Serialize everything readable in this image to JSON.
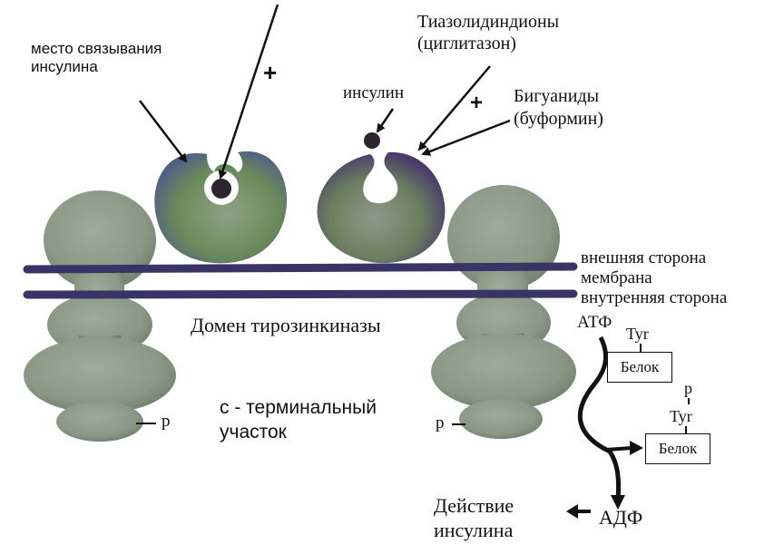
{
  "labels": {
    "binding_site": [
      "место связывания",
      "инсулина"
    ],
    "plus_left": "+",
    "thiazolidinediones": [
      "Тиазолидиндионы",
      "(циглитазон)"
    ],
    "insulin": "инсулин",
    "plus_right": "+",
    "biguanides": [
      "Бигуаниды",
      "(буформин)"
    ],
    "outer_side": "внешняя сторона",
    "membrane": "мембрана",
    "inner_side": "внутренняя сторона",
    "tyrosine_kinase_domain": "Домен тирозинкиназы",
    "c_terminal": [
      "с - терминальный",
      "участок"
    ],
    "p_left": "p",
    "p_right": "p",
    "atp": "АТФ",
    "tyr_1": "Tyr",
    "protein_1": "Белок",
    "p_protein": "p",
    "tyr_2": "Tyr",
    "protein_2": "Белок",
    "adp": "АДФ",
    "insulin_action": [
      "Действие",
      "инсулина"
    ]
  },
  "colors": {
    "receptor_body": "#8f9c8a",
    "receptor_shadow": "#6f7d6c",
    "alpha_subunit_green": "#5d7a50",
    "alpha_subunit_purple": "#4d3f6e",
    "membrane": "#3a3466",
    "insulin_molecule": "#2c2530",
    "text": "#111111"
  }
}
